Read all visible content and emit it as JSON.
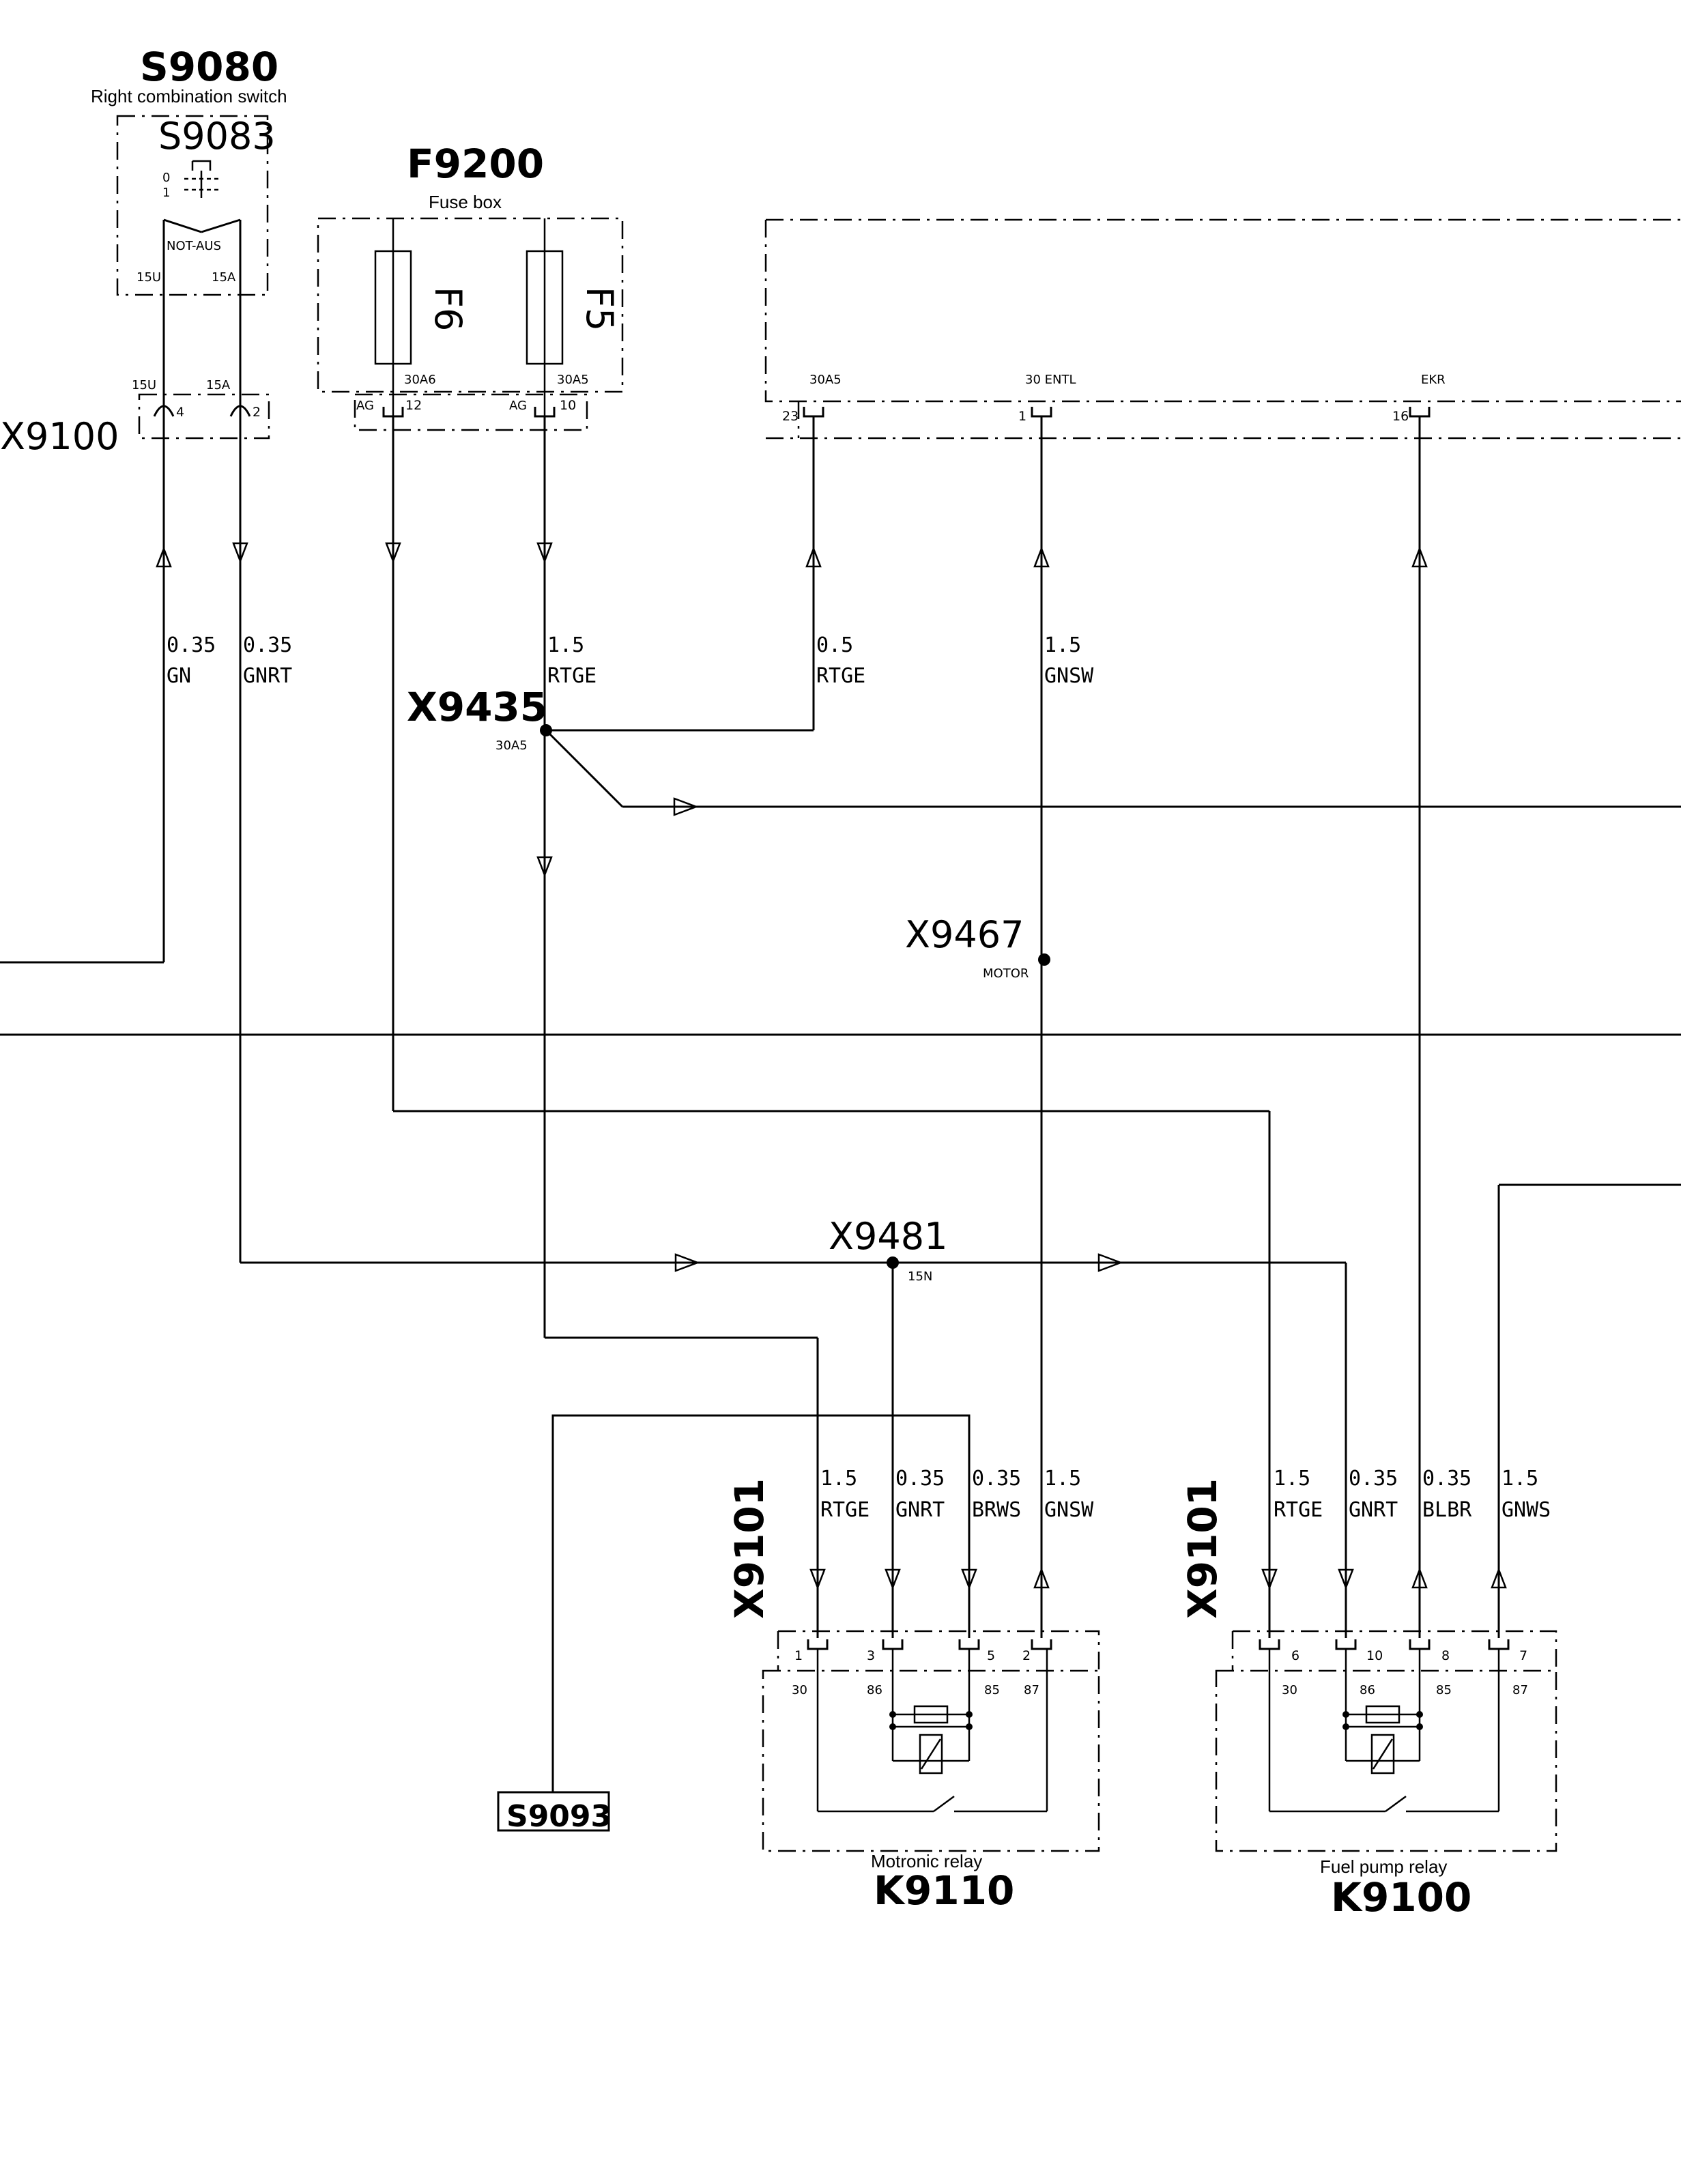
{
  "components": {
    "s9080": {
      "id": "S9080",
      "name": "Right combination switch"
    },
    "s9083": {
      "id": "S9083",
      "pos0": "0",
      "pos1": "1",
      "label": "NOT-AUS",
      "pin_a": "15U",
      "pin_b": "15A"
    },
    "f9200": {
      "id": "F9200",
      "name": "Fuse box",
      "fuse1": "F6",
      "fuse2": "F5",
      "out1": "30A6",
      "out2": "30A5"
    },
    "x9100": {
      "id": "X9100",
      "p1_label": "15U",
      "p1_num": "4",
      "p2_label": "15A",
      "p2_num": "2"
    },
    "x9200_pins": {
      "ag1": "AG",
      "n1": "12",
      "ag2": "AG",
      "n2": "10"
    },
    "upper_unit": {
      "p1_label": "30A5",
      "p1_num": "23",
      "p2_label": "30 ENTL",
      "p2_num": "1",
      "p3_label": "EKR",
      "p3_num": "16"
    },
    "x9435": {
      "id": "X9435",
      "sub": "30A5"
    },
    "x9467": {
      "id": "X9467",
      "sub": "MOTOR"
    },
    "x9481": {
      "id": "X9481",
      "sub": "15N"
    },
    "x9101_a": {
      "id": "X9101"
    },
    "x9101_b": {
      "id": "X9101"
    },
    "s9093": {
      "id": "S9093"
    },
    "k9110": {
      "id": "K9110",
      "name": "Motronic relay",
      "pins": [
        {
          "n": "1",
          "t": "30"
        },
        {
          "n": "3",
          "t": "86"
        },
        {
          "n": "5",
          "t": "85"
        },
        {
          "n": "2",
          "t": "87"
        }
      ]
    },
    "k9100": {
      "id": "K9100",
      "name": "Fuel pump relay",
      "pins": [
        {
          "n": "6",
          "t": "30"
        },
        {
          "n": "10",
          "t": "86"
        },
        {
          "n": "8",
          "t": "85"
        },
        {
          "n": "7",
          "t": "87"
        }
      ]
    }
  },
  "wires": [
    {
      "size": "0.35",
      "color": "GN"
    },
    {
      "size": "0.35",
      "color": "GNRT"
    },
    {
      "size": "1.5",
      "color": "RTGE"
    },
    {
      "size": "0.5",
      "color": "RTGE"
    },
    {
      "size": "1.5",
      "color": "GNSW"
    },
    {
      "size": "1.5",
      "color": "RTGE"
    },
    {
      "size": "0.35",
      "color": "GNRT"
    },
    {
      "size": "0.35",
      "color": "BRWS"
    },
    {
      "size": "1.5",
      "color": "GNSW"
    },
    {
      "size": "1.5",
      "color": "RTGE"
    },
    {
      "size": "0.35",
      "color": "GNRT"
    },
    {
      "size": "0.35",
      "color": "BLBR"
    },
    {
      "size": "1.5",
      "color": "GNWS"
    }
  ]
}
